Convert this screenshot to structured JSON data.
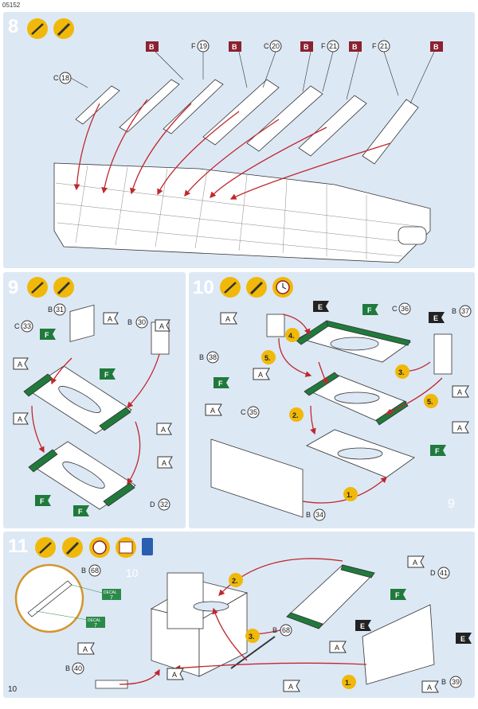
{
  "header": {
    "code": "05152",
    "page_number": "10"
  },
  "steps": {
    "s8": {
      "number": "8"
    },
    "s9": {
      "number": "9"
    },
    "s10": {
      "number": "10"
    },
    "s11": {
      "number": "11"
    }
  },
  "labels": {
    "B": "B",
    "F": "F",
    "C": "C",
    "D": "D",
    "A": "A",
    "E": "E",
    "n18": "18",
    "n19": "19",
    "n20": "20",
    "n21": "21",
    "n30": "30",
    "n31": "31",
    "n32": "32",
    "n33": "33",
    "n34": "34",
    "n35": "35",
    "n36": "36",
    "n37": "37",
    "n38": "38",
    "n39": "39",
    "n40": "40",
    "n41": "41",
    "n68": "68",
    "o1": "1.",
    "o2": "2.",
    "o3": "3.",
    "o4": "4.",
    "o5": "5.",
    "ref9": "9",
    "ref10": "10",
    "decal": "DECAL",
    "decal7": "7"
  },
  "colors": {
    "panel": "#dde8f5",
    "arrow": "#c0272d",
    "green": "#1f7a3c",
    "yellow": "#f0b90a",
    "maroon": "#8b2230"
  }
}
